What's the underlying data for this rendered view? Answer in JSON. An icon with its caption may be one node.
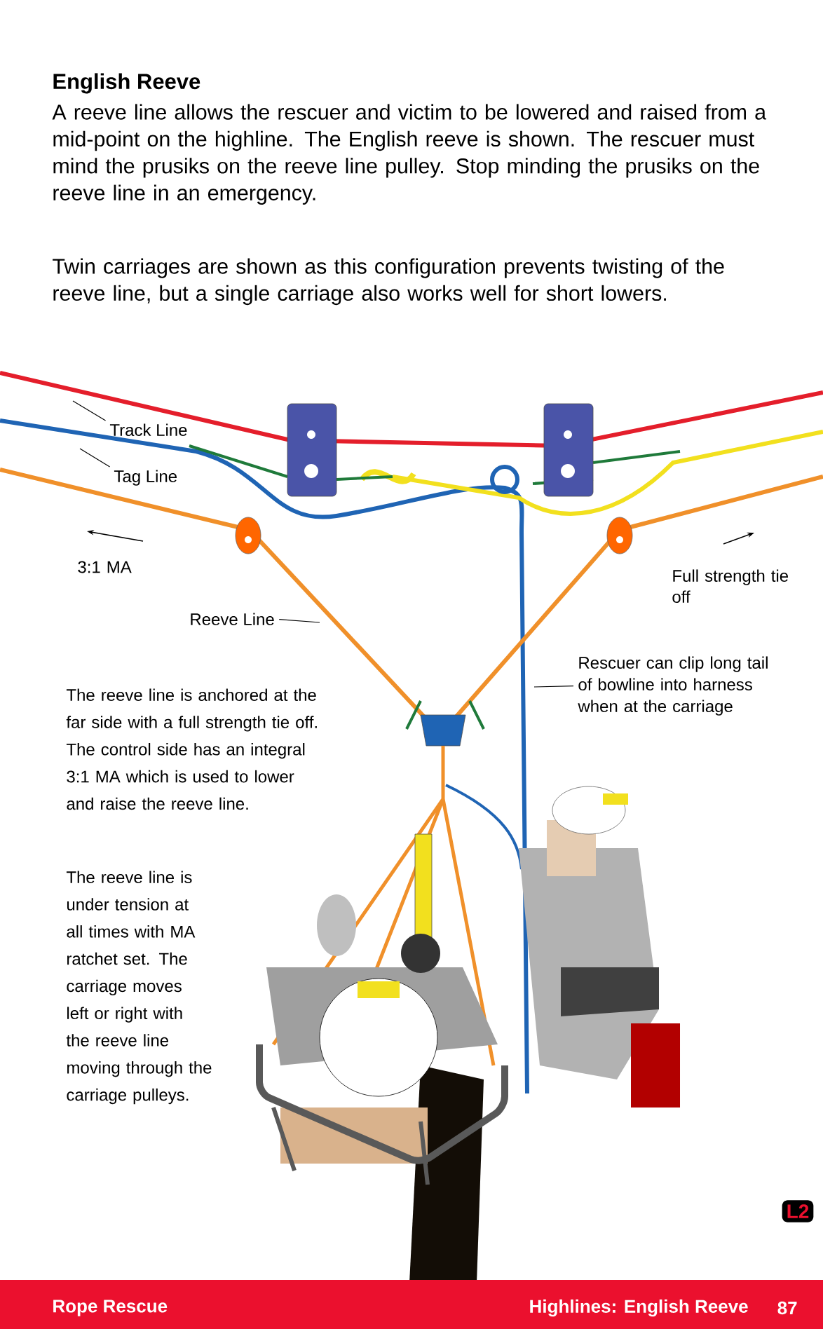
{
  "diagram": {
    "title": "English Reeve",
    "nodes": [
      {
        "text": [
          "Track Line"
        ]
      },
      {
        "text": [
          "Tag Line"
        ]
      },
      {
        "text": [
          "Reeve Line"
        ]
      },
      {
        "text": [
          "Rescuer can clip long tail of bowline into harness when at the carriage"
        ]
      }
    ],
    "edges": [
      {
        "from": 0,
        "to": null,
        "arrow": "none"
      },
      {
        "from": 1,
        "to": null,
        "arrow": "none"
      },
      {
        "from": 2,
        "to": null,
        "arrow": "none"
      },
      {
        "from": 3,
        "to": null,
        "arrow": "none"
      }
    ],
    "labels": [
      "A reeve line allows the rescuer and victim to be lowered and raised from a mid-point on the highline. The English reeve is shown. The rescuer must mind the prusiks on the reeve line pulley. Stop minding the prusiks on the reeve line in an emergency.",
      "Twin carriages are shown as this configuration prevents twisting of the reeve line, but a single carriage also works well for short lowers.",
      "3:1 MA",
      "Full strength tie off",
      "The reeve line is anchored at the far side with a full strength tie off. The control side has an integral 3:1 MA which is used to lower and raise the reeve line.",
      "The reeve line is under tension at all times with MA ratchet set. The carriage moves left or right with the reeve line moving through the carriage pulleys.",
      "L2",
      "Rope Rescue",
      "Highlines: English Reeve",
      "87"
    ]
  }
}
